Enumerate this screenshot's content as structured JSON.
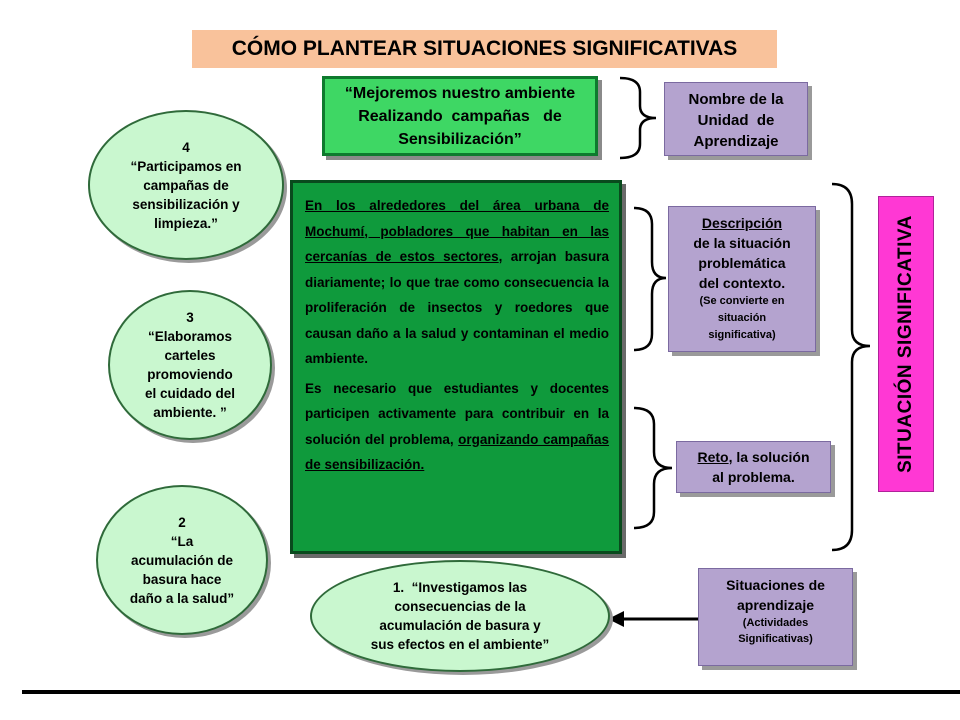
{
  "title": "CÓMO PLANTEAR SITUACIONES SIGNIFICATIVAS",
  "unit_title_lines": [
    "“Mejoremos nuestro ambiente",
    "Realizando  campañas   de",
    "Sensibilización”"
  ],
  "labels": {
    "nombre": [
      "Nombre de la",
      "Unidad  de",
      "Aprendizaje"
    ],
    "descripcion": {
      "heading": "Descripción",
      "lines": [
        "de la situación",
        "problemática",
        "del contexto."
      ],
      "note_lines": [
        "(Se convierte en",
        "situación",
        "significativa)"
      ]
    },
    "reto": {
      "keyword": "Reto",
      "rest": ", la solución",
      "line2": "al problema."
    },
    "situaciones": {
      "lines": [
        "Situaciones de",
        "aprendizaje"
      ],
      "note_lines": [
        "(Actividades",
        "Significativas)"
      ]
    },
    "situacion_significativa": "SITUACIÓN SIGNIFICATIVA"
  },
  "context_text": {
    "underlined": "En los alrededores del área urbana de Mochumí, pobladores que habitan en las cercanías de estos sectores",
    "rest": ", arrojan basura  diariamente; lo que trae como consecuencia la proliferación de insectos y roedores que causan daño a la salud y contaminan el medio ambiente."
  },
  "challenge_text": {
    "plain": "Es necesario que estudiantes y docentes participen activamente para contribuir en la solución del problema, ",
    "underlined": "organizando campañas de sensibilización."
  },
  "activities": {
    "a4": [
      "4",
      "“Participamos en",
      "campañas de",
      "sensibilización y",
      "limpieza.”"
    ],
    "a3": [
      "3",
      "“Elaboramos",
      "carteles",
      "promoviendo",
      "el cuidado del",
      "ambiente. ”"
    ],
    "a2": [
      "2",
      "“La",
      "acumulación de",
      "basura hace",
      "daño a la salud”"
    ],
    "a1": [
      "1.  “Investigamos las",
      "consecuencias de la",
      "acumulación de basura y",
      "sus efectos en el ambiente”"
    ]
  },
  "colors": {
    "title_bg": "#f9c29b",
    "unit_green": "#3ed764",
    "context_green": "#0f9a3c",
    "ellipse_green": "#c9f7cf",
    "purple": "#b4a3cf",
    "magenta": "#ff38d4"
  }
}
